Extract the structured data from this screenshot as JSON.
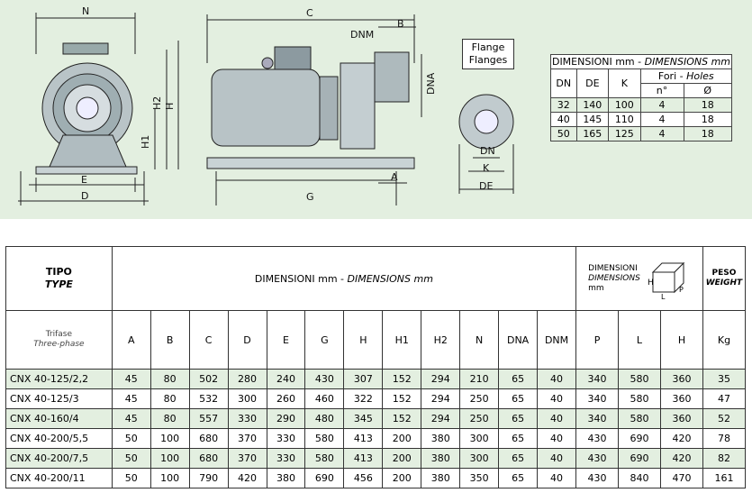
{
  "drawing": {
    "labels": {
      "N": "N",
      "C": "C",
      "B": "B",
      "DNM": "DNM",
      "DNA": "DNA",
      "H2": "H2",
      "H": "H",
      "H1": "H1",
      "E": "E",
      "D": "D",
      "G": "G",
      "A": "A",
      "DN": "DN",
      "K": "K",
      "DE": "DE"
    },
    "flange_title_1": "Flange",
    "flange_title_2": "Flanges"
  },
  "flange_table": {
    "title_plain": "DIMENSIONI mm - ",
    "title_italic": "DIMENSIONS mm",
    "col_dn": "DN",
    "col_de": "DE",
    "col_k": "K",
    "fori_plain": "Fori - ",
    "fori_italic": "Holes",
    "col_n": "n°",
    "col_diam": "Ø",
    "rows": [
      [
        "32",
        "140",
        "100",
        "4",
        "18"
      ],
      [
        "40",
        "145",
        "110",
        "4",
        "18"
      ],
      [
        "50",
        "165",
        "125",
        "4",
        "18"
      ]
    ]
  },
  "main_table": {
    "tipo": "TIPO",
    "type": "TYPE",
    "dim_plain": "DIMENSIONI mm - ",
    "dim_italic": "DIMENSIONS mm",
    "pack_1": "DIMENSIONI",
    "pack_2": "DIMENSIONS",
    "pack_3": "mm",
    "pack_icon_h": "H",
    "pack_icon_l": "L",
    "pack_icon_p": "P",
    "peso": "PESO",
    "weight": "WEIGHT",
    "trifase": "Trifase",
    "three_phase": "Three-phase",
    "columns": [
      "A",
      "B",
      "C",
      "D",
      "E",
      "G",
      "H",
      "H1",
      "H2",
      "N",
      "DNA",
      "DNM",
      "P",
      "L",
      "H",
      "Kg"
    ],
    "rows": [
      {
        "model": "CNX 40-125/2,2",
        "v": [
          "45",
          "80",
          "502",
          "280",
          "240",
          "430",
          "307",
          "152",
          "294",
          "210",
          "65",
          "40",
          "340",
          "580",
          "360",
          "35"
        ]
      },
      {
        "model": "CNX 40-125/3",
        "v": [
          "45",
          "80",
          "532",
          "300",
          "260",
          "460",
          "322",
          "152",
          "294",
          "250",
          "65",
          "40",
          "340",
          "580",
          "360",
          "47"
        ]
      },
      {
        "model": "CNX 40-160/4",
        "v": [
          "45",
          "80",
          "557",
          "330",
          "290",
          "480",
          "345",
          "152",
          "294",
          "250",
          "65",
          "40",
          "340",
          "580",
          "360",
          "52"
        ]
      },
      {
        "model": "CNX 40-200/5,5",
        "v": [
          "50",
          "100",
          "680",
          "370",
          "330",
          "580",
          "413",
          "200",
          "380",
          "300",
          "65",
          "40",
          "430",
          "690",
          "420",
          "78"
        ]
      },
      {
        "model": "CNX 40-200/7,5",
        "v": [
          "50",
          "100",
          "680",
          "370",
          "330",
          "580",
          "413",
          "200",
          "380",
          "300",
          "65",
          "40",
          "430",
          "690",
          "420",
          "82"
        ]
      },
      {
        "model": "CNX 40-200/11",
        "v": [
          "50",
          "100",
          "790",
          "420",
          "380",
          "690",
          "456",
          "200",
          "380",
          "350",
          "65",
          "40",
          "430",
          "840",
          "470",
          "161"
        ]
      }
    ]
  }
}
